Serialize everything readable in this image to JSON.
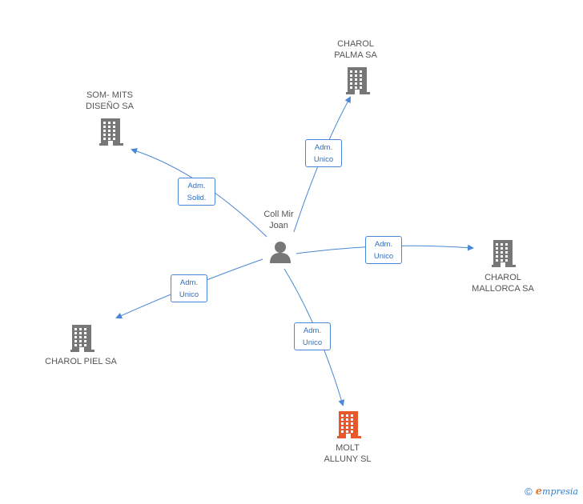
{
  "center": {
    "name": "Coll Mir\nJoan"
  },
  "companies": [
    {
      "id": "palma",
      "name": "CHAROL\nPALMA SA",
      "color": "#777777",
      "role": "Adm.\nUnico"
    },
    {
      "id": "sommits",
      "name": "SOM- MITS\nDISEÑO SA",
      "color": "#777777",
      "role": "Adm.\nSolid."
    },
    {
      "id": "mallorca",
      "name": "CHAROL\nMALLORCA SA",
      "color": "#777777",
      "role": "Adm.\nUnico"
    },
    {
      "id": "piel",
      "name": "CHAROL PIEL SA",
      "color": "#777777",
      "role": "Adm.\nUnico"
    },
    {
      "id": "molt",
      "name": "MOLT\nALLUNY SL",
      "color": "#e8582a",
      "role": "Adm.\nUnico"
    }
  ],
  "colors": {
    "edge": "#4a87d6",
    "label": "#555555",
    "accent": "#e8582a"
  },
  "footer": {
    "copyright": "©",
    "brand_initial": "e",
    "brand_rest": "mpresia"
  }
}
